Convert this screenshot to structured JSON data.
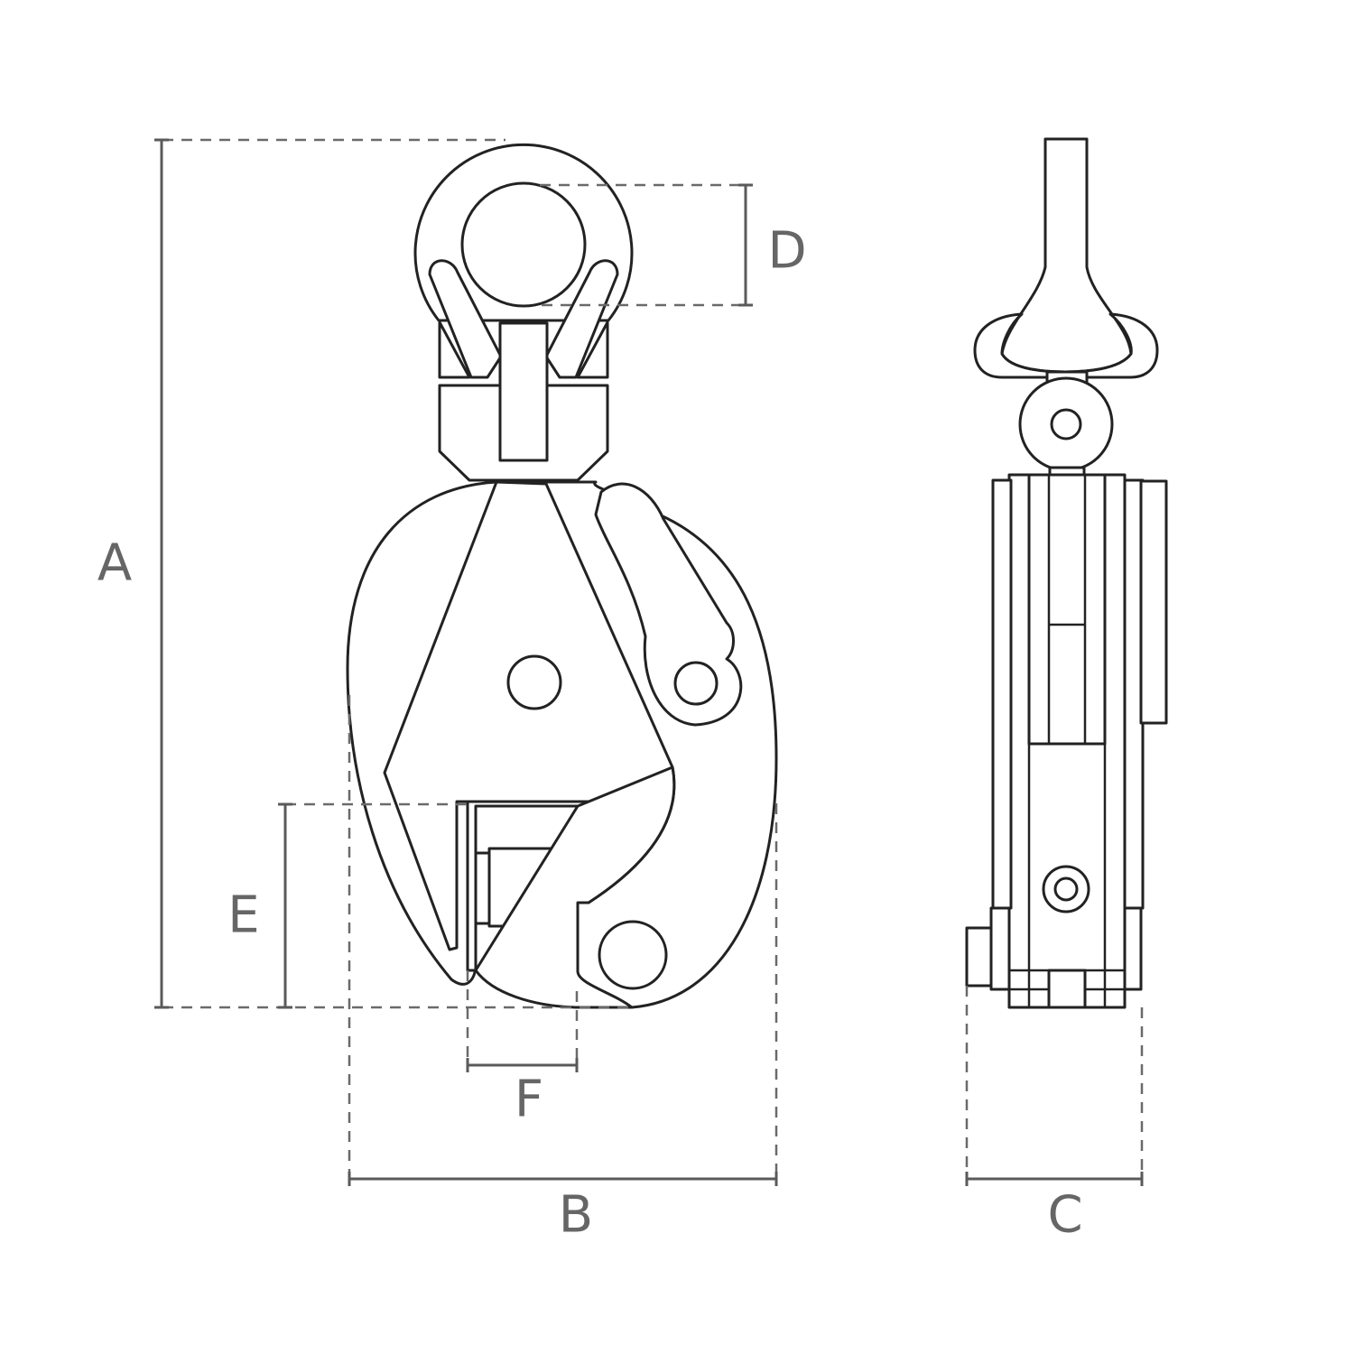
{
  "labels": {
    "A": "A",
    "B": "B",
    "C": "C",
    "D": "D",
    "E": "E",
    "F": "F"
  },
  "colors": {
    "line": "#222222",
    "dimension": "#5a5a5a",
    "label": "#666666",
    "background": "#ffffff"
  }
}
